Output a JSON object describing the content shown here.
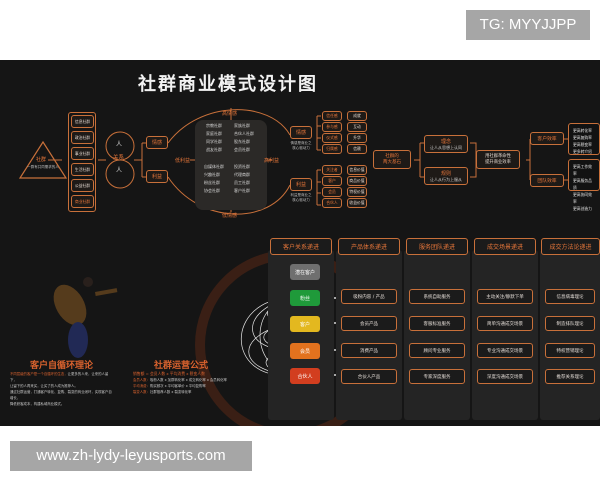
{
  "watermark_top": "TG: MYYJJPP",
  "watermark_bottom": "www.zh-lydy-leyusports.com",
  "diagram": {
    "title": "社群商业模式设计图",
    "community": {
      "label": "社群",
      "sub": "一群有共同需求的人"
    },
    "community_types": [
      "信息社群",
      "政治社群",
      "事业社群",
      "生活社群",
      "公益社群",
      "商业社群"
    ],
    "people": {
      "top": "人",
      "bottom": "人",
      "link": "关系"
    },
    "bonds": {
      "emotion": "情感",
      "interest": "利益"
    },
    "axes": {
      "high_emotion": "高情感",
      "low_emotion": "低情感",
      "low_interest": "低利益",
      "high_interest": "高利益"
    },
    "quadrants": {
      "top_left": [
        "宗教社群",
        "家庭社群",
        "同学社群",
        "战友社群"
      ],
      "top_right": [
        "家族社群",
        "合伙人社群",
        "股东社群",
        "会员社群"
      ],
      "bottom_left": [
        "自媒体社群",
        "兴趣社群",
        "粉丝社群",
        "协会社群"
      ],
      "bottom_right": [
        "投资社群",
        "代理商群",
        "员工社群",
        "客户社群"
      ]
    },
    "emotion_node": {
      "label": "情感",
      "sub": "情感是商业之\n核心驱动力"
    },
    "interest_node": {
      "label": "利益",
      "sub": "利益是商业之\n核心驱动力"
    },
    "emotion_pairs": [
      [
        "信任感",
        "成就"
      ],
      [
        "参与感",
        "互动"
      ],
      [
        "仪式感",
        "升华"
      ],
      [
        "归属感",
        "信赖"
      ]
    ],
    "interest_pairs": [
      [
        "关注者",
        "信息价值"
      ],
      [
        "客户",
        "商品价值"
      ],
      [
        "会员",
        "特权价值"
      ],
      [
        "合伙人",
        "收益价值"
      ]
    ],
    "foundation": "社群的\n两大基石",
    "concept": {
      "label": "理念",
      "sub": "让人从思想上认同"
    },
    "rule": {
      "label": "规则",
      "sub": "让人从行为上服从"
    },
    "goal": "用社群革命性\n提升商业效率",
    "customer_efficiency": "客户效率",
    "team_efficiency": "团队效率",
    "customer_list": [
      "更高转化率",
      "更高复购率",
      "更高裂变率",
      "更多转介绍"
    ],
    "team_list": [
      "更高工作效率",
      "更高服务品质",
      "更高协同效率",
      "更高创造力"
    ]
  },
  "channels": {
    "columns": [
      {
        "title": "客户关系递进"
      },
      {
        "title": "产品体系递进",
        "items": [
          "吸粉内容 / 产品",
          "会员产品",
          "消费产品",
          "合伙人产品"
        ]
      },
      {
        "title": "服务团队递进",
        "items": [
          "系统自助服务",
          "客服标准服务",
          "顾问专业服务",
          "专家深度服务"
        ]
      },
      {
        "title": "成交场景递进",
        "items": [
          "主动关注/静默下单",
          "简单沟通成交场景",
          "专业沟通成交场景",
          "深度沟通成交场景"
        ]
      },
      {
        "title": "成交方法论递进",
        "items": [
          "信息病毒理论",
          "制造排队理论",
          "特权营销理论",
          "推荐关系理论"
        ]
      }
    ],
    "stages": [
      {
        "label": "潜在客户",
        "color": "#6f6f6f"
      },
      {
        "label": "粉丝",
        "color": "#1f9a3a"
      },
      {
        "label": "客户",
        "color": "#e3b81f"
      },
      {
        "label": "会员",
        "color": "#e2721e"
      },
      {
        "label": "合伙人",
        "color": "#d23e1f"
      }
    ]
  },
  "sections": {
    "cycle": {
      "title": "客户自循环理论",
      "lines": [
        {
          "hl": "不同层级的客户是一个自循环的生态，",
          "text": "让更多的人来，让来的人留下，"
        },
        {
          "hl": "",
          "text": "让留下的人再来买，让买了的人成为推荐人。"
        },
        {
          "hl": "",
          "text": "通过社群运营，打通客户转化、复购、裂变的商业闭环，实现客户自增长，"
        },
        {
          "hl": "",
          "text": "降低获客成本，构建私域商业模式。"
        }
      ]
    },
    "formula": {
      "title": "社群运营公式",
      "main": "销售额 = 会员人数 x 平均消费 x 裂变人数",
      "lines": [
        {
          "hl": "会员人数：",
          "text": "吸粉人数 x 加群转化率 x 成交转化率 x 会员转化率"
        },
        {
          "hl": "平均消费：",
          "text": "购买频次 x 平均客单价 x 平均复购率"
        },
        {
          "hl": "裂变人数：",
          "text": "社群推荐人数 x 裂变转化率"
        }
      ]
    }
  },
  "colors": {
    "accent": "#e6763a",
    "border": "#c8703a",
    "background": "#151515"
  }
}
